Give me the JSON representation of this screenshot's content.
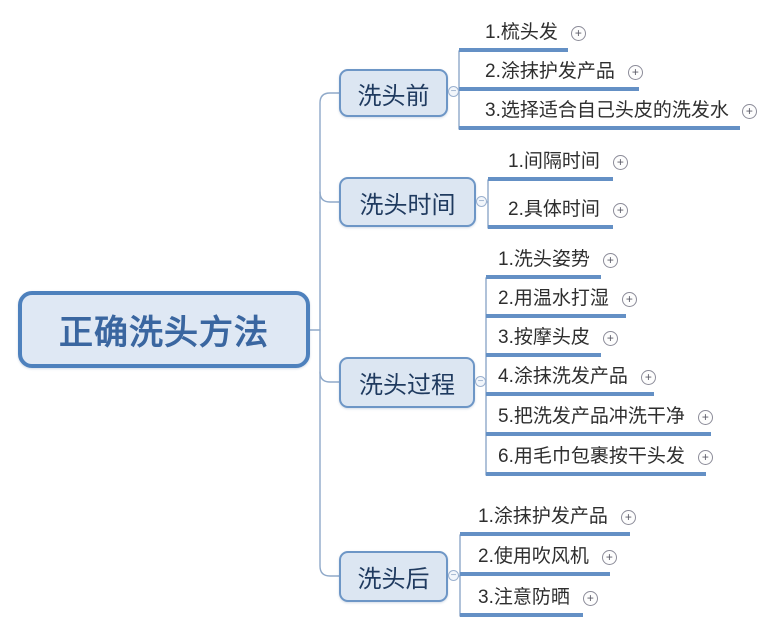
{
  "root": {
    "label": "正确洗头方法"
  },
  "branches": [
    {
      "label": "洗头前",
      "children": [
        {
          "text": "1.梳头发"
        },
        {
          "text": "2.涂抹护发产品"
        },
        {
          "text": "3.选择适合自己头皮的洗发水"
        }
      ]
    },
    {
      "label": "洗头时间",
      "children": [
        {
          "text": "1.间隔时间"
        },
        {
          "text": "2.具体时间"
        }
      ]
    },
    {
      "label": "洗头过程",
      "children": [
        {
          "text": "1.洗头姿势"
        },
        {
          "text": "2.用温水打湿"
        },
        {
          "text": "3.按摩头皮"
        },
        {
          "text": "4.涂抹洗发产品"
        },
        {
          "text": "5.把洗发产品冲洗干净"
        },
        {
          "text": "6.用毛巾包裹按干头发"
        }
      ]
    },
    {
      "label": "洗头后",
      "children": [
        {
          "text": "1.涂抹护发产品"
        },
        {
          "text": "2.使用吹风机"
        },
        {
          "text": "3.注意防晒"
        }
      ]
    }
  ],
  "icons": {
    "expand_glyph": "+",
    "collapse_glyph": "−",
    "expand_name": "plus-circle",
    "collapse_name": "minus-circle"
  },
  "colors": {
    "background": "#ffffff",
    "root_border": "#4e81bd",
    "root_fill": "#dfe8f4",
    "root_text": "#3a66a0",
    "branch_border": "#6d96c6",
    "branch_fill": "#dce6f2",
    "branch_text": "#1f3a5f",
    "leaf_text": "#2e2e2e",
    "leaf_underline": "#6490c5",
    "connector": "#8fa9c9"
  }
}
